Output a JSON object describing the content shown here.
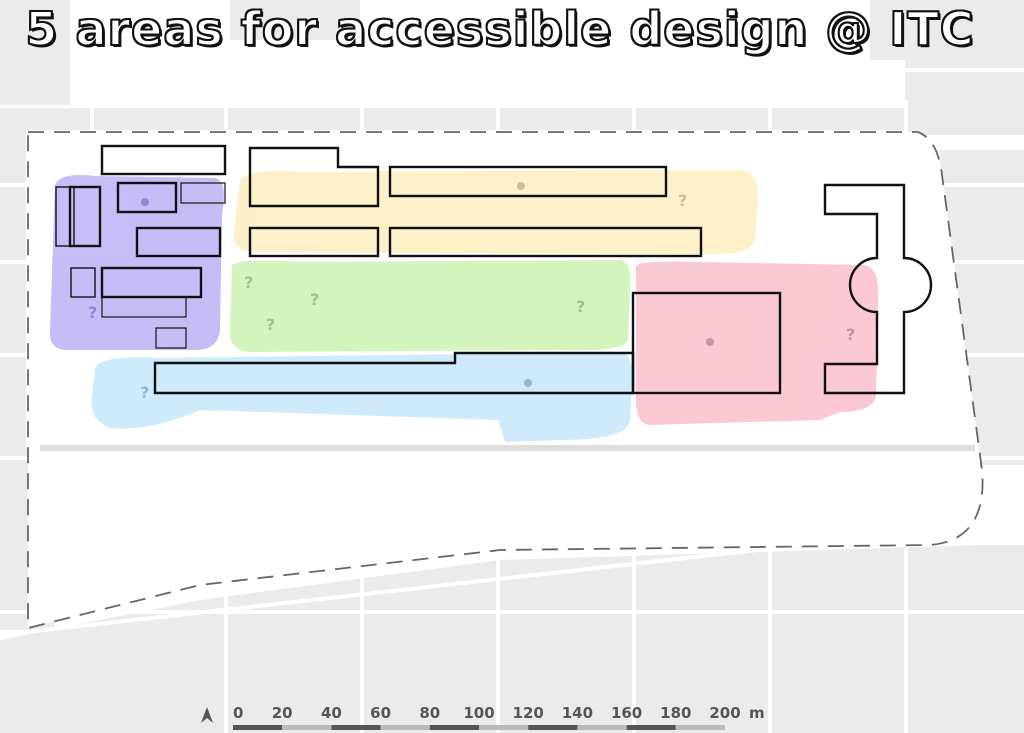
{
  "title": "5 areas for accessible design @ ITC",
  "icons": {
    "north_arrow": "north-arrow-icon",
    "question_mark": "question-mark-icon"
  },
  "marker_text": "?",
  "scale_bar": {
    "ticks": [
      "0",
      "20",
      "40",
      "60",
      "80",
      "100",
      "120",
      "140",
      "160",
      "180",
      "200"
    ],
    "unit": "m"
  },
  "colors": {
    "purple_zone": "#b5a8f4",
    "yellow_zone": "#fdecb7",
    "green_zone": "#c6f1a9",
    "blue_zone": "#bfe4f9",
    "red_zone": "#f8b7c6",
    "street": "#e8e8e8",
    "building_outline": "#111111"
  }
}
